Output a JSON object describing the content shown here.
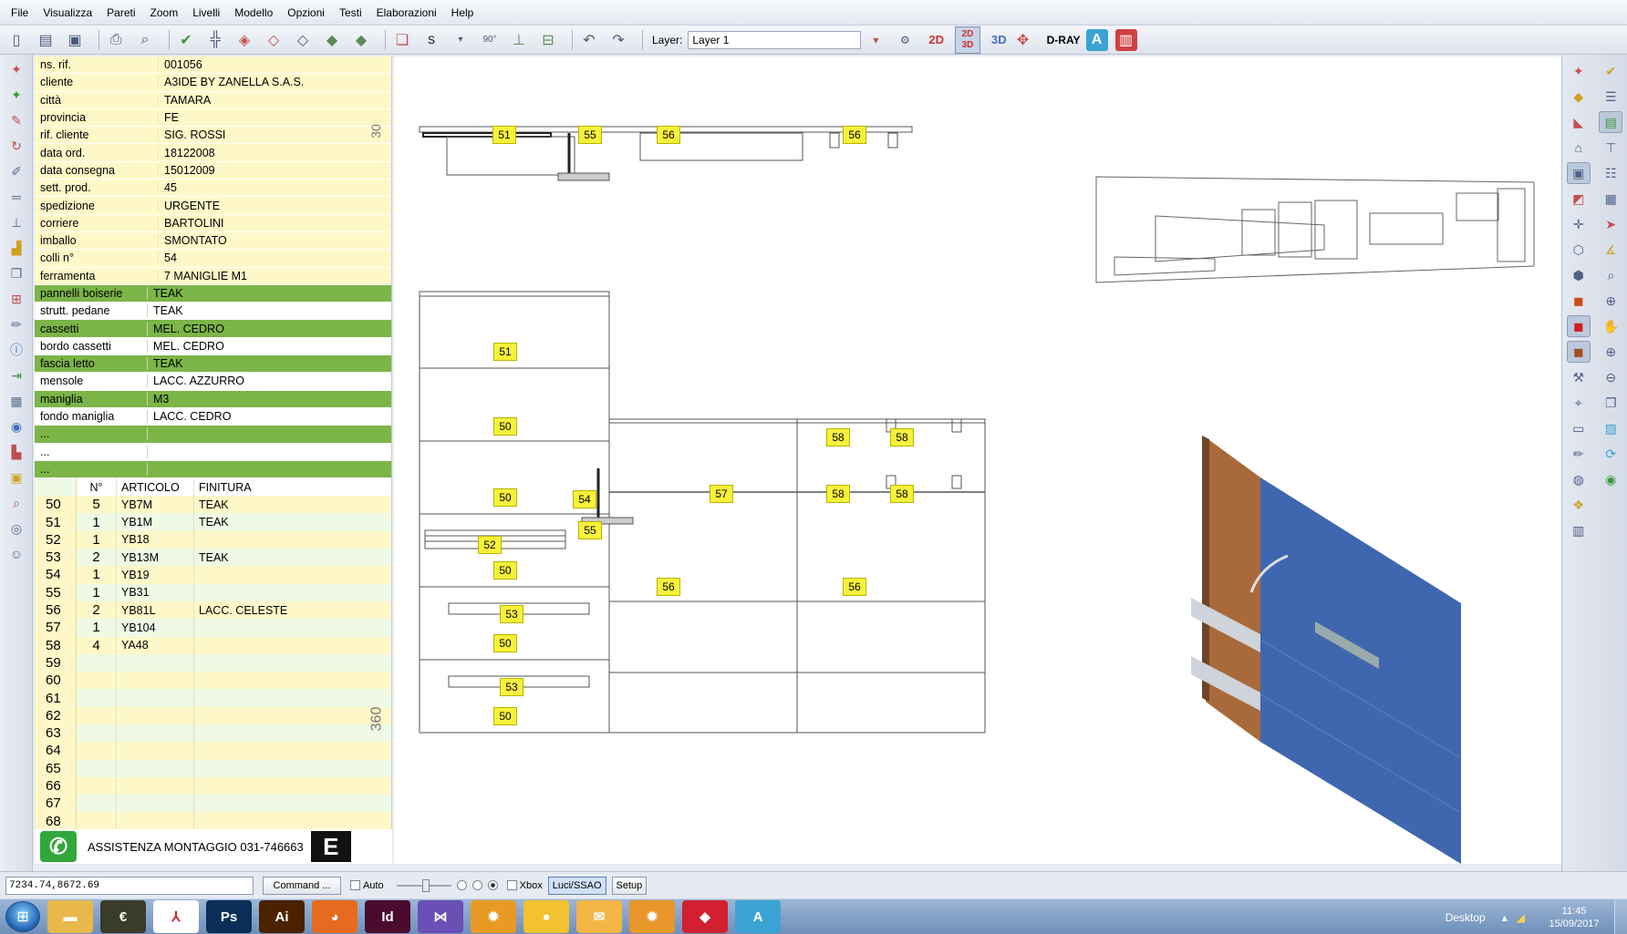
{
  "menu": [
    "File",
    "Visualizza",
    "Pareti",
    "Zoom",
    "Livelli",
    "Modello",
    "Opzioni",
    "Testi",
    "Elaborazioni",
    "Help"
  ],
  "toolbar": {
    "layer_label": "Layer:",
    "layer_value": "Layer 1",
    "snap_label": "S",
    "angle_label": "90°",
    "view_2d": "2D",
    "view_2d3d": "2D 3D",
    "view_3d": "3D",
    "dray": "D-RAY",
    "text_tool": "A"
  },
  "info": [
    {
      "k": "ns. rif.",
      "v": "001056",
      "style": "yellow"
    },
    {
      "k": "cliente",
      "v": "A3IDE BY ZANELLA S.A.S.",
      "style": "yellow"
    },
    {
      "k": "città",
      "v": "TAMARA",
      "style": "yellow"
    },
    {
      "k": "provincia",
      "v": "FE",
      "style": "yellow"
    },
    {
      "k": "rif. cliente",
      "v": "SIG. ROSSI",
      "style": "yellow"
    },
    {
      "k": "data ord.",
      "v": "18122008",
      "style": "yellow"
    },
    {
      "k": "data consegna",
      "v": "15012009",
      "style": "yellow"
    },
    {
      "k": "sett. prod.",
      "v": "45",
      "style": "yellow"
    },
    {
      "k": "spedizione",
      "v": "URGENTE",
      "style": "yellow"
    },
    {
      "k": "corriere",
      "v": "BARTOLINI",
      "style": "yellow"
    },
    {
      "k": "imballo",
      "v": "SMONTATO",
      "style": "yellow"
    },
    {
      "k": "colli n°",
      "v": "54",
      "style": "yellow"
    },
    {
      "k": "ferramenta",
      "v": "7 MANIGLIE M1",
      "style": "yellow"
    },
    {
      "k": "pannelli boiserie",
      "v": "TEAK",
      "style": "green"
    },
    {
      "k": "strutt. pedane",
      "v": "TEAK",
      "style": "white"
    },
    {
      "k": "cassetti",
      "v": "MEL. CEDRO",
      "style": "green"
    },
    {
      "k": "bordo cassetti",
      "v": "MEL. CEDRO",
      "style": "white"
    },
    {
      "k": "fascia letto",
      "v": "TEAK",
      "style": "green"
    },
    {
      "k": "mensole",
      "v": "LACC. AZZURRO",
      "style": "white"
    },
    {
      "k": "maniglia",
      "v": "M3",
      "style": "green"
    },
    {
      "k": "fondo maniglia",
      "v": "LACC. CEDRO",
      "style": "white"
    },
    {
      "k": "...",
      "v": "",
      "style": "green"
    },
    {
      "k": "...",
      "v": "",
      "style": "white"
    },
    {
      "k": "...",
      "v": "",
      "style": "green"
    }
  ],
  "articles_header": {
    "qty": "N°",
    "art": "ARTICOLO",
    "fin": "FINITURA"
  },
  "articles": [
    {
      "num": "50",
      "qty": "5",
      "art": "YB7M",
      "fin": "TEAK"
    },
    {
      "num": "51",
      "qty": "1",
      "art": "YB1M",
      "fin": "TEAK"
    },
    {
      "num": "52",
      "qty": "1",
      "art": "YB18",
      "fin": ""
    },
    {
      "num": "53",
      "qty": "2",
      "art": "YB13M",
      "fin": "TEAK"
    },
    {
      "num": "54",
      "qty": "1",
      "art": "YB19",
      "fin": ""
    },
    {
      "num": "55",
      "qty": "1",
      "art": "YB31",
      "fin": ""
    },
    {
      "num": "56",
      "qty": "2",
      "art": "YB81L",
      "fin": "LACC. CELESTE"
    },
    {
      "num": "57",
      "qty": "1",
      "art": "YB104",
      "fin": ""
    },
    {
      "num": "58",
      "qty": "4",
      "art": "YA48",
      "fin": ""
    },
    {
      "num": "59",
      "qty": "",
      "art": "",
      "fin": ""
    },
    {
      "num": "60",
      "qty": "",
      "art": "",
      "fin": ""
    },
    {
      "num": "61",
      "qty": "",
      "art": "",
      "fin": ""
    },
    {
      "num": "62",
      "qty": "",
      "art": "",
      "fin": ""
    },
    {
      "num": "63",
      "qty": "",
      "art": "",
      "fin": ""
    },
    {
      "num": "64",
      "qty": "",
      "art": "",
      "fin": ""
    },
    {
      "num": "65",
      "qty": "",
      "art": "",
      "fin": ""
    },
    {
      "num": "66",
      "qty": "",
      "art": "",
      "fin": ""
    },
    {
      "num": "67",
      "qty": "",
      "art": "",
      "fin": ""
    },
    {
      "num": "68",
      "qty": "",
      "art": "",
      "fin": ""
    }
  ],
  "assist": {
    "text": "ASSISTENZA MONTAGGIO 031-746663",
    "phone_icon": "phone-icon",
    "logo": "E"
  },
  "drawing": {
    "dim_top": "30",
    "dim_bottom": "360",
    "tags_plan": [
      "51",
      "55",
      "56",
      "56"
    ],
    "tags_elev": [
      "51",
      "50",
      "50",
      "54",
      "55",
      "57",
      "58",
      "58",
      "58",
      "58",
      "52",
      "50",
      "56",
      "56",
      "53",
      "50",
      "53",
      "50"
    ]
  },
  "statusbar": {
    "coord": "7234.74,8672.69",
    "command": "Command ...",
    "auto": "Auto",
    "xbox": "Xbox",
    "luci": "Luci/SSAO",
    "setup": "Setup"
  },
  "taskbar": {
    "apps": [
      {
        "label": "",
        "color": "#e8b84a",
        "icon": "folder-icon"
      },
      {
        "label": "€",
        "color": "#3b3b2a",
        "icon": "euro-icon"
      },
      {
        "label": "",
        "color": "#ffffff",
        "icon": "acrobat-icon"
      },
      {
        "label": "Ps",
        "color": "#0a2e57",
        "icon": "photoshop-icon"
      },
      {
        "label": "Ai",
        "color": "#4a2200",
        "icon": "illustrator-icon"
      },
      {
        "label": "",
        "color": "#e66b1e",
        "icon": "firefox-icon"
      },
      {
        "label": "Id",
        "color": "#4a0b2e",
        "icon": "indesign-icon"
      },
      {
        "label": "",
        "color": "#6a4fb5",
        "icon": "visual-studio-icon"
      },
      {
        "label": "",
        "color": "#e99a25",
        "icon": "gear-icon"
      },
      {
        "label": "",
        "color": "#f2c230",
        "icon": "chick-icon"
      },
      {
        "label": "",
        "color": "#f3b545",
        "icon": "mail-icon"
      },
      {
        "label": "",
        "color": "#e9962a",
        "icon": "settings-icon"
      },
      {
        "label": "",
        "color": "#d22030",
        "icon": "diamond-icon"
      },
      {
        "label": "A",
        "color": "#3aa3d4",
        "icon": "a-icon"
      }
    ],
    "desktop": "Desktop",
    "time": "11:45",
    "date": "15/09/2017"
  }
}
